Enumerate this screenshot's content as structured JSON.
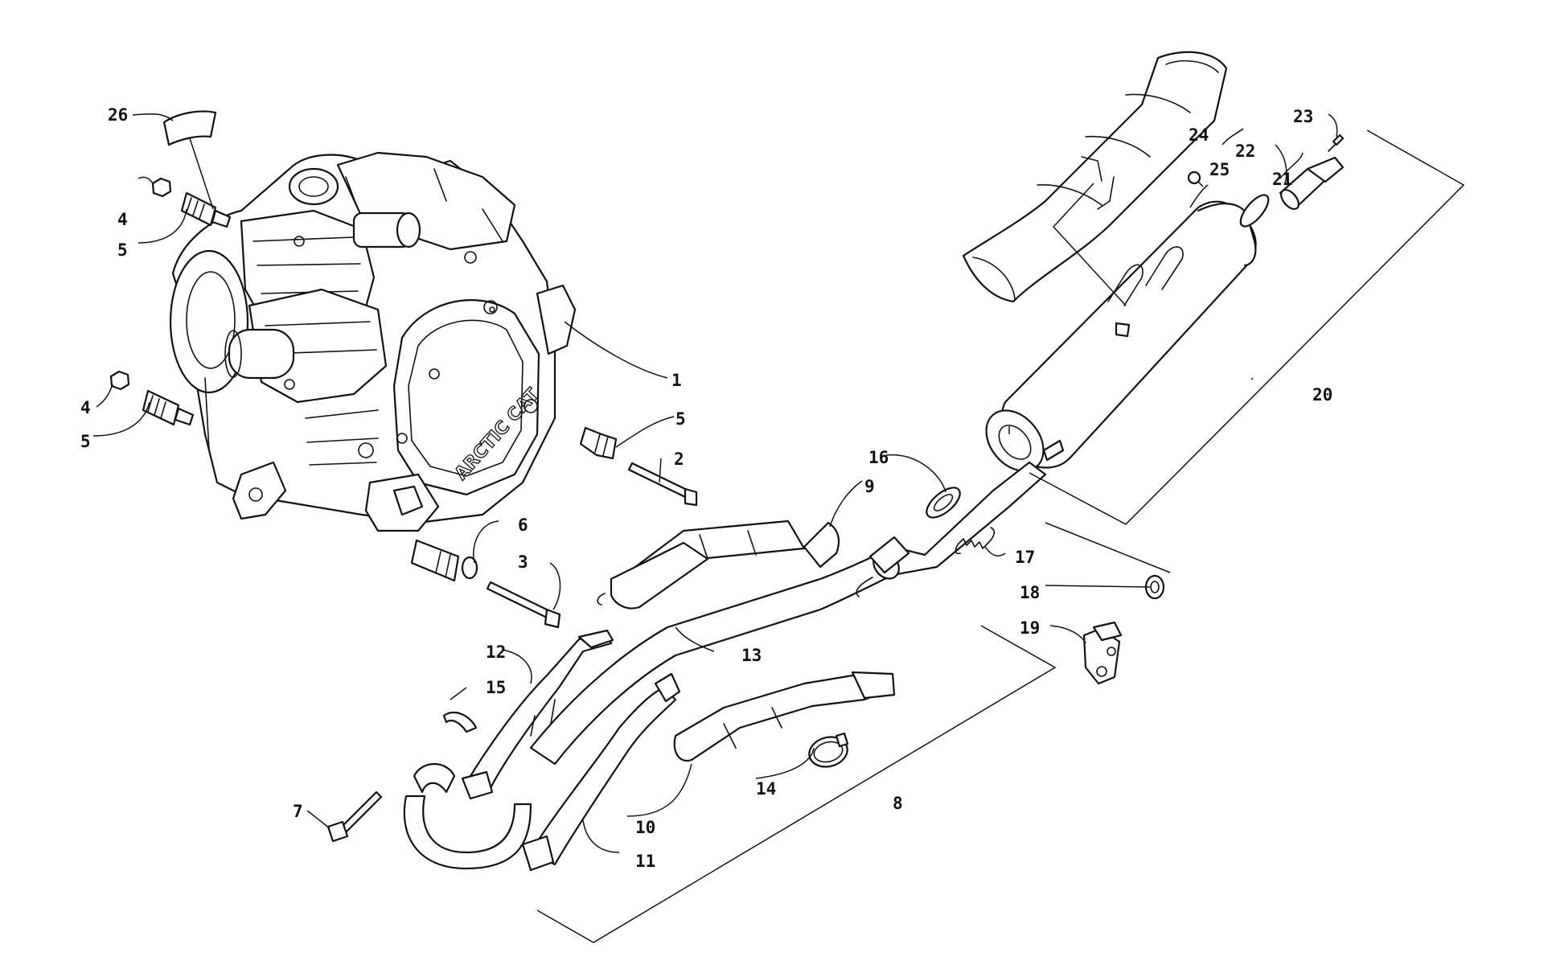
{
  "diagram": {
    "brand_logo": "ARCTIC CAT",
    "callouts": {
      "c1": "1",
      "c2": "2",
      "c3": "3",
      "c4a": "4",
      "c4b": "4",
      "c5a": "5",
      "c5b": "5",
      "c5c": "5",
      "c6": "6",
      "c7": "7",
      "c8": "8",
      "c9": "9",
      "c10": "10",
      "c11": "11",
      "c12": "12",
      "c13": "13",
      "c14": "14",
      "c15": "15",
      "c16": "16",
      "c17": "17",
      "c18": "18",
      "c19": "19",
      "c20": "20",
      "c21": "21",
      "c22": "22",
      "c23": "23",
      "c24": "24",
      "c25": "25",
      "c26": "26"
    }
  }
}
